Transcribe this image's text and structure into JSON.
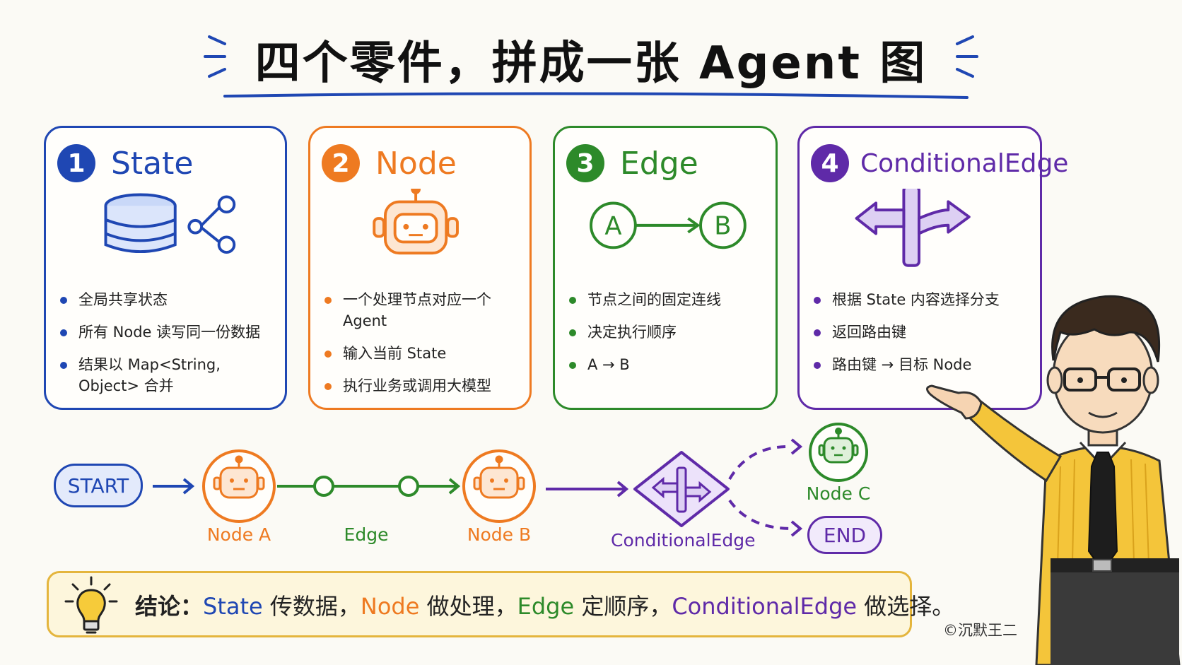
{
  "title": "四个零件，拼成一张 Agent 图",
  "colors": {
    "blue": "#1f47b3",
    "orange": "#ee7a21",
    "green": "#2d8a2a",
    "purple": "#5f2aa8",
    "gold": "#e4b53d"
  },
  "cards": [
    {
      "number": "1",
      "title": "State",
      "icon": "database-share-icon",
      "bullets": [
        "全局共享状态",
        "所有 Node 读写同一份数据",
        "结果以 Map<String, Object> 合并"
      ]
    },
    {
      "number": "2",
      "title": "Node",
      "icon": "robot-icon",
      "bullets": [
        "一个处理节点对应一个 Agent",
        "输入当前 State",
        "执行业务或调用大模型"
      ]
    },
    {
      "number": "3",
      "title": "Edge",
      "icon": "edge-a-b-icon",
      "icon_labels": [
        "A",
        "B"
      ],
      "bullets": [
        "节点之间的固定连线",
        "决定执行顺序",
        "A → B"
      ]
    },
    {
      "number": "4",
      "title": "ConditionalEdge",
      "icon": "signpost-icon",
      "bullets": [
        "根据 State 内容选择分支",
        "返回路由键",
        "路由键 → 目标 Node"
      ]
    }
  ],
  "flow": {
    "start": "START",
    "node_a": "Node A",
    "edge": "Edge",
    "node_b": "Node B",
    "conditional_edge": "ConditionalEdge",
    "node_c": "Node C",
    "end": "END"
  },
  "conclusion": {
    "icon": "lightbulb-icon",
    "prefix": "结论：",
    "state": "State",
    "state_text": " 传数据，",
    "node": "Node",
    "node_text": " 做处理，",
    "edge": "Edge",
    "edge_text": " 定顺序，",
    "conditional_edge": "ConditionalEdge",
    "conditional_text": " 做选择。"
  },
  "credit": "©沉默王二",
  "presenter": "presenter-illustration"
}
